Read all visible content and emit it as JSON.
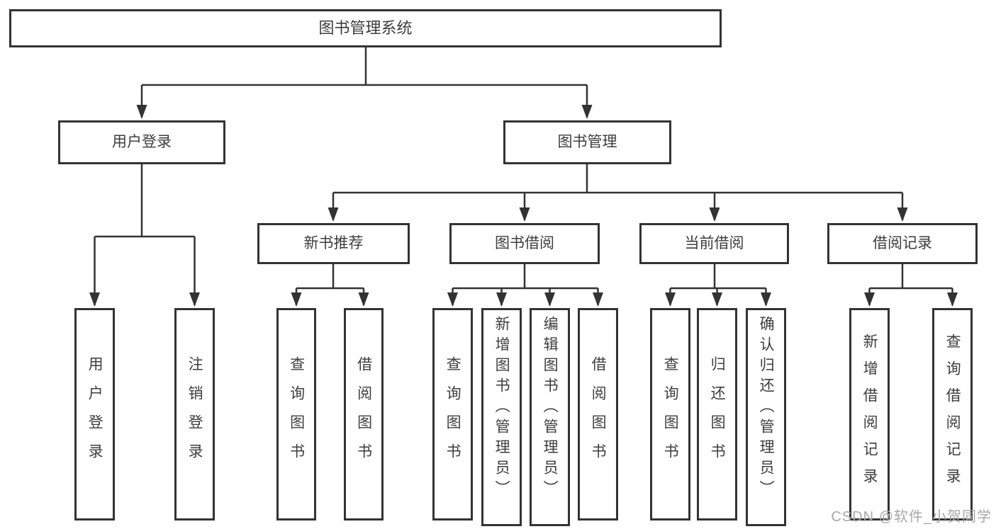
{
  "tree": {
    "root": {
      "label": "图书管理系统"
    },
    "branches": [
      {
        "label": "用户登录",
        "children": [
          {
            "label": "用户登录"
          },
          {
            "label": "注销登录"
          }
        ]
      },
      {
        "label": "图书管理",
        "groups": [
          {
            "label": "新书推荐",
            "children": [
              {
                "label": "查询图书"
              },
              {
                "label": "借阅图书"
              }
            ]
          },
          {
            "label": "图书借阅",
            "children": [
              {
                "label": "查询图书"
              },
              {
                "label": "新增图书（管理员）"
              },
              {
                "label": "编辑图书（管理员）"
              },
              {
                "label": "借阅图书"
              }
            ]
          },
          {
            "label": "当前借阅",
            "children": [
              {
                "label": "查询图书"
              },
              {
                "label": "归还图书"
              },
              {
                "label": "确认归还（管理员）"
              }
            ]
          },
          {
            "label": "借阅记录",
            "children": [
              {
                "label": "新增借阅记录"
              },
              {
                "label": "查询借阅记录"
              }
            ]
          }
        ]
      }
    ]
  },
  "watermark": "CSDN @软件_小贺同学",
  "colors": {
    "line": "#333333",
    "box_border": "#333333",
    "text": "#3d3d3d",
    "background": "#ffffff",
    "watermark": "#a8a8a8"
  }
}
